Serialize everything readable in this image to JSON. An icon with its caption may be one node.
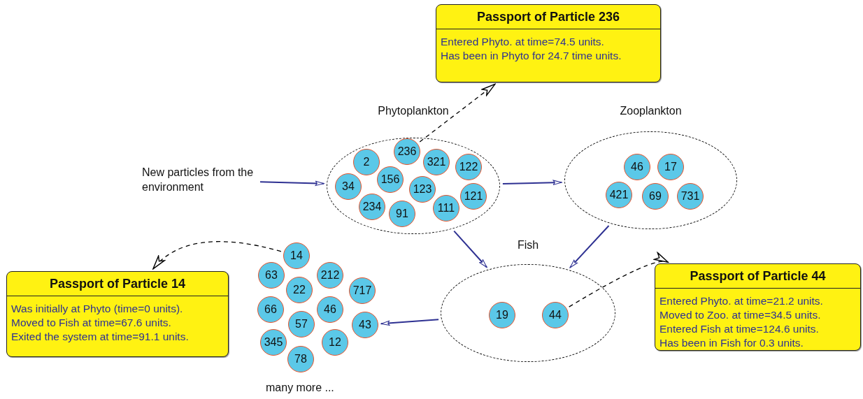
{
  "diagram": {
    "nodes": [
      {
        "text": [
          "Passport of Particle 236",
          "Entered Phyto. at time=74.5 units.",
          "Has been in Phyto for 24.7 time units."
        ]
      },
      {
        "text": [
          "Phytoplankton"
        ]
      },
      {
        "text": [
          "236"
        ],
        "in": 1
      },
      {
        "text": [
          "2"
        ],
        "in": 1
      },
      {
        "text": [
          "321"
        ],
        "in": 1
      },
      {
        "text": [
          "122"
        ],
        "in": 1
      },
      {
        "text": [
          "34"
        ],
        "in": 1
      },
      {
        "text": [
          "156"
        ],
        "in": 1
      },
      {
        "text": [
          "123"
        ],
        "in": 1
      },
      {
        "text": [
          "121"
        ],
        "in": 1
      },
      {
        "text": [
          "234"
        ],
        "in": 1
      },
      {
        "text": [
          "91"
        ],
        "in": 1
      },
      {
        "text": [
          "111"
        ],
        "in": 1
      },
      {
        "text": [
          "New particles from the environment"
        ]
      },
      {
        "text": [
          "Zooplankton"
        ]
      },
      {
        "text": [
          "46"
        ],
        "in": 14
      },
      {
        "text": [
          "17"
        ],
        "in": 14
      },
      {
        "text": [
          "421"
        ],
        "in": 14
      },
      {
        "text": [
          "69"
        ],
        "in": 14
      },
      {
        "text": [
          "731"
        ],
        "in": 14
      },
      {
        "text": [
          "Fish"
        ]
      },
      {
        "text": [
          "19"
        ],
        "in": 20
      },
      {
        "text": [
          "44"
        ],
        "in": 20
      },
      {
        "text": [
          "14"
        ]
      },
      {
        "text": [
          "63"
        ]
      },
      {
        "text": [
          "212"
        ]
      },
      {
        "text": [
          "717"
        ]
      },
      {
        "text": [
          "22"
        ]
      },
      {
        "text": [
          "66"
        ]
      },
      {
        "text": [
          "46"
        ]
      },
      {
        "text": [
          "57"
        ]
      },
      {
        "text": [
          "43"
        ]
      },
      {
        "text": [
          "345"
        ]
      },
      {
        "text": [
          "12"
        ]
      },
      {
        "text": [
          "78"
        ]
      },
      {
        "text": [
          "Passport of Particle 14",
          "Was initially at Phyto (time=0 units).",
          "Moved to Fish at time=67.6 units.",
          "Exited the system at time=91.1 units."
        ]
      },
      {
        "text": [
          "Passport of Particle 44",
          "Entered Phyto. at time=21.2 units.",
          "Moved to Zoo. at time=34.5 units.",
          "Entered Fish at time=124.6 units.",
          "Has been in Fish for 0.3 units."
        ]
      }
    ],
    "edges": [
      {
        "from": 13,
        "to": 1,
        "arrow": "to"
      },
      {
        "from": 1,
        "to": 14,
        "arrow": "to"
      },
      {
        "from": 1,
        "to": 20,
        "arrow": "to"
      },
      {
        "from": 14,
        "to": 20,
        "arrow": "to"
      },
      {
        "from": 20,
        "to": 31,
        "arrow": "to"
      },
      {
        "from": 2,
        "to": 0,
        "arrow": "to",
        "style": "dashed",
        "color": "#000000"
      },
      {
        "from": 22,
        "to": 36,
        "arrow": "to",
        "style": "dashed",
        "color": "#000000"
      },
      {
        "from": 23,
        "to": 35,
        "arrow": "to",
        "style": "dashed",
        "color": "#000000"
      }
    ],
    "labels": [
      "many more ..."
    ]
  }
}
